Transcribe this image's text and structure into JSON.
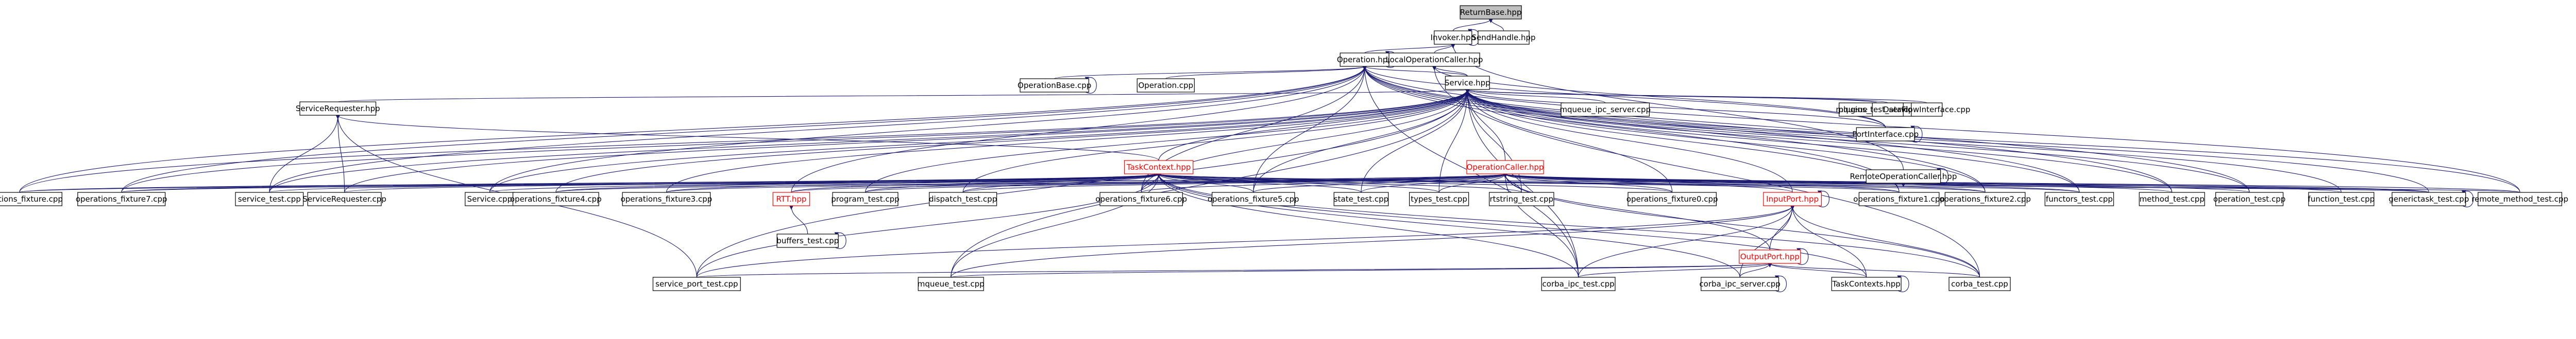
{
  "graph": {
    "edge_color": "#191970",
    "link_color": "#ff0000",
    "root_fill": "#bfbfbf",
    "nodes": [
      {
        "id": "ReturnBase",
        "label": "ReturnBase.hpp",
        "root": true
      },
      {
        "id": "Invoker",
        "label": "Invoker.hpp"
      },
      {
        "id": "SendHandle",
        "label": "SendHandle.hpp"
      },
      {
        "id": "Operation",
        "label": "Operation.hpp"
      },
      {
        "id": "LocalOperationCaller",
        "label": "LocalOperationCaller.hpp"
      },
      {
        "id": "OperationBaseCpp",
        "label": "OperationBase.cpp"
      },
      {
        "id": "OperationCpp",
        "label": "Operation.cpp"
      },
      {
        "id": "Service",
        "label": "Service.hpp"
      },
      {
        "id": "ServiceRequester",
        "label": "ServiceRequester.hpp"
      },
      {
        "id": "MqueueIpcServer",
        "label": "mqueue_ipc_server.cpp"
      },
      {
        "id": "MqueueIpcTest",
        "label": "mqueue_ipc_test.cpp"
      },
      {
        "id": "PluginsTestServices",
        "label": "plugins_test_services.cpp"
      },
      {
        "id": "DataFlowInterface",
        "label": "DataFlowInterface.cpp"
      },
      {
        "id": "PortInterface",
        "label": "PortInterface.cpp"
      },
      {
        "id": "RemoteOperationCaller",
        "label": "RemoteOperationCaller.hpp"
      },
      {
        "id": "TaskContext",
        "label": "TaskContext.hpp",
        "link": true
      },
      {
        "id": "OperationCaller",
        "label": "OperationCaller.hpp",
        "link": true
      },
      {
        "id": "OperationsFixture",
        "label": "operations_fixture.cpp"
      },
      {
        "id": "OperationsFixture7",
        "label": "operations_fixture7.cpp"
      },
      {
        "id": "ServiceTest",
        "label": "service_test.cpp"
      },
      {
        "id": "ServiceRequesterCpp",
        "label": "ServiceRequester.cpp"
      },
      {
        "id": "ServiceCpp",
        "label": "Service.cpp"
      },
      {
        "id": "OperationsFixture4",
        "label": "operations_fixture4.cpp"
      },
      {
        "id": "OperationsFixture3",
        "label": "operations_fixture3.cpp"
      },
      {
        "id": "RTT",
        "label": "RTT.hpp",
        "link": true
      },
      {
        "id": "ProgramTest",
        "label": "program_test.cpp"
      },
      {
        "id": "DispatchTest",
        "label": "dispatch_test.cpp"
      },
      {
        "id": "OperationsFixture6",
        "label": "operations_fixture6.cpp"
      },
      {
        "id": "OperationsFixture5",
        "label": "operations_fixture5.cpp"
      },
      {
        "id": "StateTest",
        "label": "state_test.cpp"
      },
      {
        "id": "TypesTest",
        "label": "types_test.cpp"
      },
      {
        "id": "RtstringTest",
        "label": "rtstring_test.cpp"
      },
      {
        "id": "OperationsFixture0",
        "label": "operations_fixture0.cpp"
      },
      {
        "id": "InputPort",
        "label": "InputPort.hpp",
        "link": true
      },
      {
        "id": "OperationsFixture1",
        "label": "operations_fixture1.cpp"
      },
      {
        "id": "OperationsFixture2",
        "label": "operations_fixture2.cpp"
      },
      {
        "id": "FunctorsTest",
        "label": "functors_test.cpp"
      },
      {
        "id": "MethodTest",
        "label": "method_test.cpp"
      },
      {
        "id": "OperationTest",
        "label": "operation_test.cpp"
      },
      {
        "id": "FunctionTest",
        "label": "function_test.cpp"
      },
      {
        "id": "GenericTaskTest",
        "label": "generictask_test.cpp"
      },
      {
        "id": "RemoteMethodTest",
        "label": "remote_method_test.cpp"
      },
      {
        "id": "BuffersTest",
        "label": "buffers_test.cpp"
      },
      {
        "id": "OutputPort",
        "label": "OutputPort.hpp",
        "link": true
      },
      {
        "id": "ServicePortTest",
        "label": "service_port_test.cpp"
      },
      {
        "id": "MqueueTest",
        "label": "mqueue_test.cpp"
      },
      {
        "id": "CorbaIpcTest",
        "label": "corba_ipc_test.cpp"
      },
      {
        "id": "CorbaIpcServer",
        "label": "corba_ipc_server.cpp"
      },
      {
        "id": "TaskContextsHpp",
        "label": "TaskContexts.hpp"
      },
      {
        "id": "CorbaTest",
        "label": "corba_test.cpp"
      }
    ],
    "edges": [
      [
        "ReturnBase",
        "Invoker"
      ],
      [
        "ReturnBase",
        "SendHandle"
      ],
      [
        "Invoker",
        "Operation"
      ],
      [
        "Invoker",
        "LocalOperationCaller"
      ],
      [
        "Invoker",
        "RemoteOperationCaller"
      ],
      [
        "Invoker",
        "Invoker"
      ],
      [
        "Operation",
        "OperationBaseCpp"
      ],
      [
        "Operation",
        "OperationCpp"
      ],
      [
        "Operation",
        "Service"
      ],
      [
        "Operation",
        "OperationsFixture"
      ],
      [
        "Operation",
        "OperationsFixture7"
      ],
      [
        "Operation",
        "ServiceTest"
      ],
      [
        "Operation",
        "ServiceCpp"
      ],
      [
        "Operation",
        "OperationsFixture6"
      ],
      [
        "Operation",
        "OperationsFixture5"
      ],
      [
        "Operation",
        "RTT"
      ],
      [
        "Operation",
        "OperationsFixture1"
      ],
      [
        "Operation",
        "OperationsFixture2"
      ],
      [
        "Operation",
        "FunctorsTest"
      ],
      [
        "Operation",
        "MethodTest"
      ],
      [
        "Operation",
        "OperationTest"
      ],
      [
        "Operation",
        "RemoteMethodTest"
      ],
      [
        "Operation",
        "PortInterface"
      ],
      [
        "Operation",
        "CorbaIpcTest"
      ],
      [
        "Operation",
        "Operation"
      ],
      [
        "LocalOperationCaller",
        "Service"
      ],
      [
        "LocalOperationCaller",
        "PortInterface"
      ],
      [
        "LocalOperationCaller",
        "CorbaTest"
      ],
      [
        "LocalOperationCaller",
        "Operation"
      ],
      [
        "Service",
        "ServiceRequester"
      ],
      [
        "Service",
        "MqueueIpcServer"
      ],
      [
        "Service",
        "MqueueIpcTest"
      ],
      [
        "Service",
        "PluginsTestServices"
      ],
      [
        "Service",
        "DataFlowInterface"
      ],
      [
        "Service",
        "PortInterface"
      ],
      [
        "Service",
        "TaskContext"
      ],
      [
        "Service",
        "OperationCaller"
      ],
      [
        "Service",
        "OperationsFixture"
      ],
      [
        "Service",
        "OperationsFixture7"
      ],
      [
        "Service",
        "ServiceTest"
      ],
      [
        "Service",
        "ServiceRequesterCpp"
      ],
      [
        "Service",
        "ServiceCpp"
      ],
      [
        "Service",
        "OperationsFixture4"
      ],
      [
        "Service",
        "OperationsFixture3"
      ],
      [
        "Service",
        "ProgramTest"
      ],
      [
        "Service",
        "DispatchTest"
      ],
      [
        "Service",
        "OperationsFixture6"
      ],
      [
        "Service",
        "OperationsFixture5"
      ],
      [
        "Service",
        "StateTest"
      ],
      [
        "Service",
        "TypesTest"
      ],
      [
        "Service",
        "RtstringTest"
      ],
      [
        "Service",
        "OperationsFixture0"
      ],
      [
        "Service",
        "InputPort"
      ],
      [
        "Service",
        "OperationsFixture1"
      ],
      [
        "Service",
        "OperationsFixture2"
      ],
      [
        "Service",
        "FunctorsTest"
      ],
      [
        "Service",
        "MethodTest"
      ],
      [
        "Service",
        "OperationTest"
      ],
      [
        "Service",
        "FunctionTest"
      ],
      [
        "Service",
        "GenericTaskTest"
      ],
      [
        "Service",
        "RemoteMethodTest"
      ],
      [
        "Service",
        "ServicePortTest"
      ],
      [
        "Service",
        "MqueueTest"
      ],
      [
        "Service",
        "CorbaIpcTest"
      ],
      [
        "ServiceRequester",
        "TaskContext"
      ],
      [
        "ServiceRequester",
        "ServiceTest"
      ],
      [
        "ServiceRequester",
        "ServiceRequesterCpp"
      ],
      [
        "ServiceRequester",
        "ServicePortTest"
      ],
      [
        "RemoteOperationCaller",
        "GenericTaskTest"
      ],
      [
        "RemoteOperationCaller",
        "RemoteMethodTest"
      ],
      [
        "RemoteOperationCaller",
        "RemoteOperationCaller"
      ],
      [
        "TaskContext",
        "OperationsFixture"
      ],
      [
        "TaskContext",
        "OperationsFixture7"
      ],
      [
        "TaskContext",
        "ServiceTest"
      ],
      [
        "TaskContext",
        "ServiceRequesterCpp"
      ],
      [
        "TaskContext",
        "ServiceCpp"
      ],
      [
        "TaskContext",
        "OperationsFixture4"
      ],
      [
        "TaskContext",
        "OperationsFixture3"
      ],
      [
        "TaskContext",
        "RTT"
      ],
      [
        "TaskContext",
        "ProgramTest"
      ],
      [
        "TaskContext",
        "DispatchTest"
      ],
      [
        "TaskContext",
        "OperationsFixture6"
      ],
      [
        "TaskContext",
        "OperationsFixture5"
      ],
      [
        "TaskContext",
        "StateTest"
      ],
      [
        "TaskContext",
        "TypesTest"
      ],
      [
        "TaskContext",
        "RtstringTest"
      ],
      [
        "TaskContext",
        "OperationsFixture0"
      ],
      [
        "TaskContext",
        "OperationsFixture1"
      ],
      [
        "TaskContext",
        "OperationsFixture2"
      ],
      [
        "TaskContext",
        "FunctorsTest"
      ],
      [
        "TaskContext",
        "GenericTaskTest"
      ],
      [
        "TaskContext",
        "ServicePortTest"
      ],
      [
        "TaskContext",
        "MqueueTest"
      ],
      [
        "TaskContext",
        "CorbaIpcTest"
      ],
      [
        "TaskContext",
        "CorbaIpcServer"
      ],
      [
        "TaskContext",
        "CorbaTest"
      ],
      [
        "TaskContext",
        "TaskContextsHpp"
      ],
      [
        "OperationCaller",
        "OperationsFixture"
      ],
      [
        "OperationCaller",
        "OperationsFixture7"
      ],
      [
        "OperationCaller",
        "OperationsFixture4"
      ],
      [
        "OperationCaller",
        "OperationsFixture3"
      ],
      [
        "OperationCaller",
        "RTT"
      ],
      [
        "OperationCaller",
        "ProgramTest"
      ],
      [
        "OperationCaller",
        "DispatchTest"
      ],
      [
        "OperationCaller",
        "OperationsFixture6"
      ],
      [
        "OperationCaller",
        "OperationsFixture5"
      ],
      [
        "OperationCaller",
        "StateTest"
      ],
      [
        "OperationCaller",
        "TypesTest"
      ],
      [
        "OperationCaller",
        "RtstringTest"
      ],
      [
        "OperationCaller",
        "OperationsFixture0"
      ],
      [
        "OperationCaller",
        "InputPort"
      ],
      [
        "OperationCaller",
        "OperationsFixture1"
      ],
      [
        "OperationCaller",
        "OperationsFixture2"
      ],
      [
        "OperationCaller",
        "FunctorsTest"
      ],
      [
        "OperationCaller",
        "MethodTest"
      ],
      [
        "OperationCaller",
        "OperationTest"
      ],
      [
        "OperationCaller",
        "FunctionTest"
      ],
      [
        "OperationCaller",
        "GenericTaskTest"
      ],
      [
        "OperationCaller",
        "RemoteMethodTest"
      ],
      [
        "OperationCaller",
        "OutputPort"
      ],
      [
        "OperationCaller",
        "CorbaIpcTest"
      ],
      [
        "OperationCaller",
        "CorbaTest"
      ],
      [
        "RTT",
        "BuffersTest"
      ],
      [
        "BuffersTest",
        "BuffersTest"
      ],
      [
        "InputPort",
        "OutputPort"
      ],
      [
        "InputPort",
        "ServicePortTest"
      ],
      [
        "InputPort",
        "MqueueTest"
      ],
      [
        "InputPort",
        "CorbaIpcTest"
      ],
      [
        "InputPort",
        "CorbaIpcServer"
      ],
      [
        "InputPort",
        "TaskContextsHpp"
      ],
      [
        "InputPort",
        "CorbaTest"
      ],
      [
        "InputPort",
        "InputPort"
      ],
      [
        "OutputPort",
        "ServicePortTest"
      ],
      [
        "OutputPort",
        "MqueueTest"
      ],
      [
        "OutputPort",
        "CorbaIpcTest"
      ],
      [
        "OutputPort",
        "CorbaIpcServer"
      ],
      [
        "OutputPort",
        "TaskContextsHpp"
      ],
      [
        "OutputPort",
        "CorbaTest"
      ],
      [
        "OutputPort",
        "OutputPort"
      ],
      [
        "PortInterface",
        "PortInterface"
      ],
      [
        "GenericTaskTest",
        "GenericTaskTest"
      ],
      [
        "CorbaIpcServer",
        "CorbaIpcServer"
      ],
      [
        "TaskContextsHpp",
        "TaskContextsHpp"
      ],
      [
        "OperationBaseCpp",
        "OperationBaseCpp"
      ]
    ]
  }
}
